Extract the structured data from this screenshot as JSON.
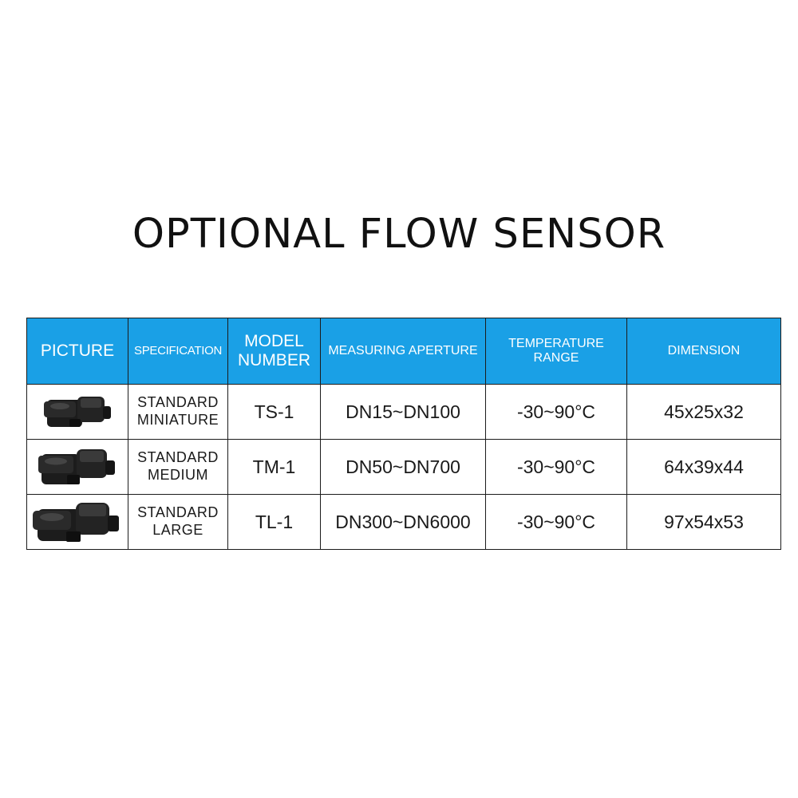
{
  "title": "OPTIONAL FLOW SENSOR",
  "table": {
    "headers": {
      "picture": "PICTURE",
      "specification": "SPECIFICATION",
      "model_line1": "MODEL",
      "model_line2": "NUMBER",
      "aperture": "MEASURING APERTURE",
      "temp_line1": "TEMPERATURE",
      "temp_line2": "RANGE",
      "dimension": "DIMENSION"
    },
    "rows": [
      {
        "spec_line1": "STANDARD",
        "spec_line2": "MINIATURE",
        "model": "TS-1",
        "aperture": "DN15~DN100",
        "temperature": "-30~90°C",
        "dimension": "45x25x32",
        "picture_icon": "flow-sensor-icon"
      },
      {
        "spec_line1": "STANDARD",
        "spec_line2": "MEDIUM",
        "model": "TM-1",
        "aperture": "DN50~DN700",
        "temperature": "-30~90°C",
        "dimension": "64x39x44",
        "picture_icon": "flow-sensor-icon"
      },
      {
        "spec_line1": "STANDARD",
        "spec_line2": "LARGE",
        "model": "TL-1",
        "aperture": "DN300~DN6000",
        "temperature": "-30~90°C",
        "dimension": "97x54x53",
        "picture_icon": "flow-sensor-icon"
      }
    ]
  },
  "colors": {
    "header_bg": "#1aa0e6",
    "header_text": "#ffffff",
    "border": "#1b1b1b",
    "text": "#111111"
  }
}
